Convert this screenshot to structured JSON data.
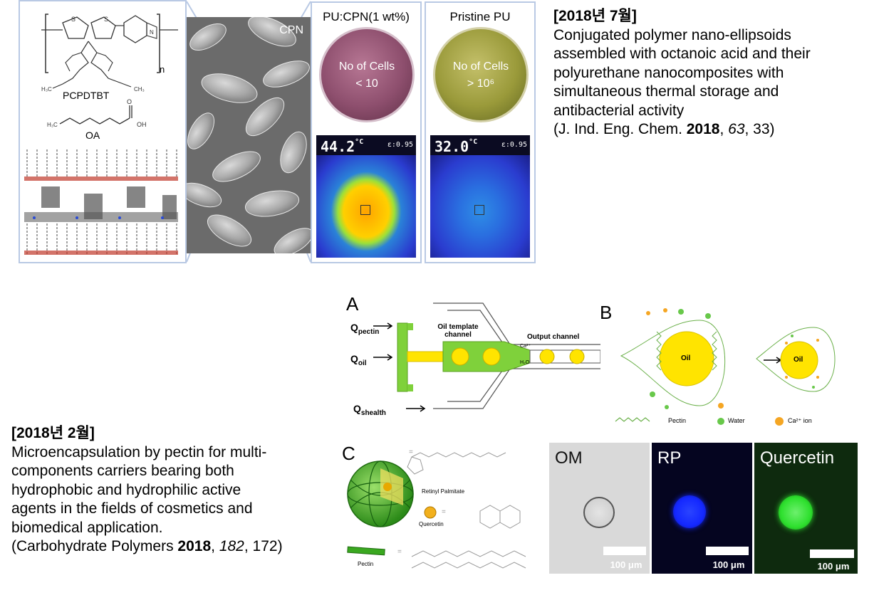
{
  "top_figure": {
    "structure_panel": {
      "polymer_name": "PCPDTBT",
      "acid_name": "OA",
      "repeat_subscript": "n"
    },
    "sem_label": "CPN",
    "composite_panel": {
      "title": "PU:CPN(1 wt%)",
      "dish_line1": "No of Cells",
      "dish_line2": "< 10",
      "temp": "44.2",
      "temp_unit": "°C",
      "emissivity": "ε:0.95"
    },
    "pristine_panel": {
      "title": "Pristine PU",
      "dish_line1": "No of Cells",
      "dish_line2": "> 10⁶",
      "temp": "32.0",
      "temp_unit": "°C",
      "emissivity": "ε:0.95"
    }
  },
  "caption_top": {
    "heading": "[2018년 7월]",
    "lines": [
      "Conjugated polymer nano-ellipsoids",
      "assembled with octanoic acid and their",
      "polyurethane nanocomposites with",
      "simultaneous thermal storage and",
      "antibacterial activity"
    ],
    "ref_prefix": "(J. Ind. Eng. Chem. ",
    "ref_year": "2018",
    "ref_sep": ", ",
    "ref_volume": "63",
    "ref_pages": ", 33)"
  },
  "bottom_figure": {
    "panel_a": {
      "label": "A",
      "q_pectin": "Q",
      "q_pectin_sub": "pectin",
      "q_oil": "Q",
      "q_oil_sub": "oil",
      "q_shealth": "Q",
      "q_shealth_sub": "shealth",
      "oil_channel_line1": "Oil template",
      "oil_channel_line2": "channel",
      "output_channel": "Output channel",
      "ca_label": "Ca²⁺",
      "h2o_label": "H₂O"
    },
    "panel_b": {
      "label": "B",
      "oil1": "Oil",
      "oil2": "Oil",
      "arrow": "→",
      "legend_pectin": "Pectin",
      "legend_water": "Water",
      "legend_ca": "Ca²⁺ ion"
    },
    "panel_c": {
      "label": "C",
      "retinyl": "Retinyl Palmitate",
      "quercetin": "Quercetin",
      "pectin": "Pectin",
      "eq1": "=",
      "eq2": "=",
      "eq3": "="
    },
    "micrographs": [
      {
        "label": "OM",
        "scale": "100 μm"
      },
      {
        "label": "RP",
        "scale": "100 μm"
      },
      {
        "label": "Quercetin",
        "scale": "100 μm"
      }
    ]
  },
  "caption_bottom": {
    "heading": "[2018년 2월]",
    "lines": [
      "Microencapsulation by pectin for multi-",
      "components carriers bearing both",
      "hydrophobic and hydrophilic active",
      "agents in the fields of cosmetics and",
      "biomedical application."
    ],
    "ref_prefix": "(Carbohydrate Polymers ",
    "ref_year": "2018",
    "ref_sep": ", ",
    "ref_volume": "182",
    "ref_pages": ", 172)"
  },
  "colors": {
    "panel_border": "#b9c9e4",
    "sem_gray": "#6b6b6b",
    "dish_red": "#8e4f6e",
    "dish_green": "#9a9a3a",
    "thermal_blue": "#2a3ccf",
    "thermal_hot": "#ffb020",
    "channel_green": "#7fd13b",
    "oil_yellow": "#ffe400",
    "rp_blue": "#1428ff",
    "quercetin_green": "#2ee02e"
  }
}
